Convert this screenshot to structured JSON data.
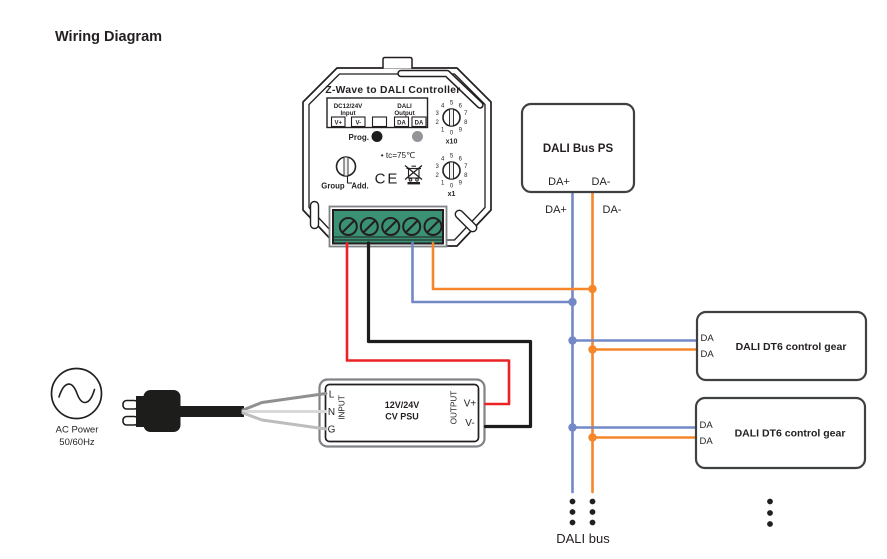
{
  "title": "Wiring Diagram",
  "controller": {
    "name": "Z-Wave to DALI Controller",
    "input_group": {
      "line1": "DC12/24V",
      "line2": "Input"
    },
    "output_group": {
      "line1": "DALI",
      "line2": "Output"
    },
    "terminal_labels": {
      "vplus": "V+",
      "vminus": "V-",
      "da1": "DA",
      "da2": "DA"
    },
    "prog_label": "Prog.",
    "tc_label": "• tc=75℃",
    "ce_label": "CE",
    "group_label": "Group",
    "add_label": "Add.",
    "dial_digits": [
      "0",
      "1",
      "2",
      "3",
      "4",
      "5",
      "6",
      "7",
      "8",
      "9"
    ],
    "dial_x10_label": "x10",
    "dial_x1_label": "x1"
  },
  "dali_bus_ps": {
    "title": "DALI Bus PS",
    "terminal_da_plus": "DA+",
    "terminal_da_minus": "DA-",
    "wire_label_da_plus": "DA+",
    "wire_label_da_minus": "DA-"
  },
  "control_gears": [
    {
      "title": "DALI DT6 control gear",
      "da_top": "DA",
      "da_bottom": "DA"
    },
    {
      "title": "DALI DT6 control gear",
      "da_top": "DA",
      "da_bottom": "DA"
    }
  ],
  "psu": {
    "terminal_l": "L",
    "terminal_n": "N",
    "terminal_g": "G",
    "input_label": "INPUT",
    "model_line1": "12V/24V",
    "model_line2": "CV PSU",
    "output_label": "OUTPUT",
    "terminal_vplus": "V+",
    "terminal_vminus": "V-"
  },
  "ac_source": {
    "line1": "AC Power",
    "line2": "50/60Hz"
  },
  "dali_bus_label": "DALI bus",
  "colors": {
    "wire_red": "#ec2227",
    "wire_black": "#1d1d1b",
    "wire_blue": "#7389c7",
    "wire_orange": "#f5862a",
    "wire_live_gray": "#8f9091",
    "wire_neutral_gray": "#d9d9d9",
    "wire_ground_gray": "#bdbdbd",
    "terminal_green": "#3a9173",
    "outline": "#231f20",
    "led_gray": "#939598"
  }
}
